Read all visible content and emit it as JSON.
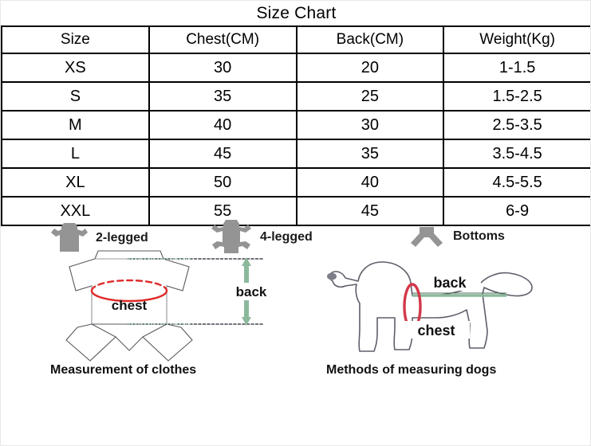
{
  "chart_data": {
    "type": "table",
    "title": "Size Chart",
    "columns": [
      "Size",
      "Chest(CM)",
      "Back(CM)",
      "Weight(Kg)"
    ],
    "rows": [
      [
        "XS",
        "30",
        "20",
        "1-1.5"
      ],
      [
        "S",
        "35",
        "25",
        "1.5-2.5"
      ],
      [
        "M",
        "40",
        "30",
        "2.5-3.5"
      ],
      [
        "L",
        "45",
        "35",
        "3.5-4.5"
      ],
      [
        "XL",
        "50",
        "40",
        "4.5-5.5"
      ],
      [
        "XXL",
        "55",
        "45",
        "6-9"
      ]
    ]
  },
  "legend": {
    "items": [
      {
        "label": "2-legged",
        "icon": "two-legged-garment-icon"
      },
      {
        "label": "4-legged",
        "icon": "four-legged-garment-icon"
      },
      {
        "label": "Bottoms",
        "icon": "bottoms-garment-icon"
      }
    ]
  },
  "illustrations": {
    "left": {
      "caption": "Measurement of clothes",
      "chest_label": "chest",
      "back_label": "back"
    },
    "right": {
      "caption": "Methods of measuring dogs",
      "chest_label": "chest",
      "back_label": "back"
    }
  },
  "colors": {
    "chest_marker": "#e02b2b",
    "back_marker": "#8cb99c",
    "icon_gray": "#949494",
    "outline": "#4a4a55",
    "table_border": "#000000",
    "text": "#000000"
  }
}
